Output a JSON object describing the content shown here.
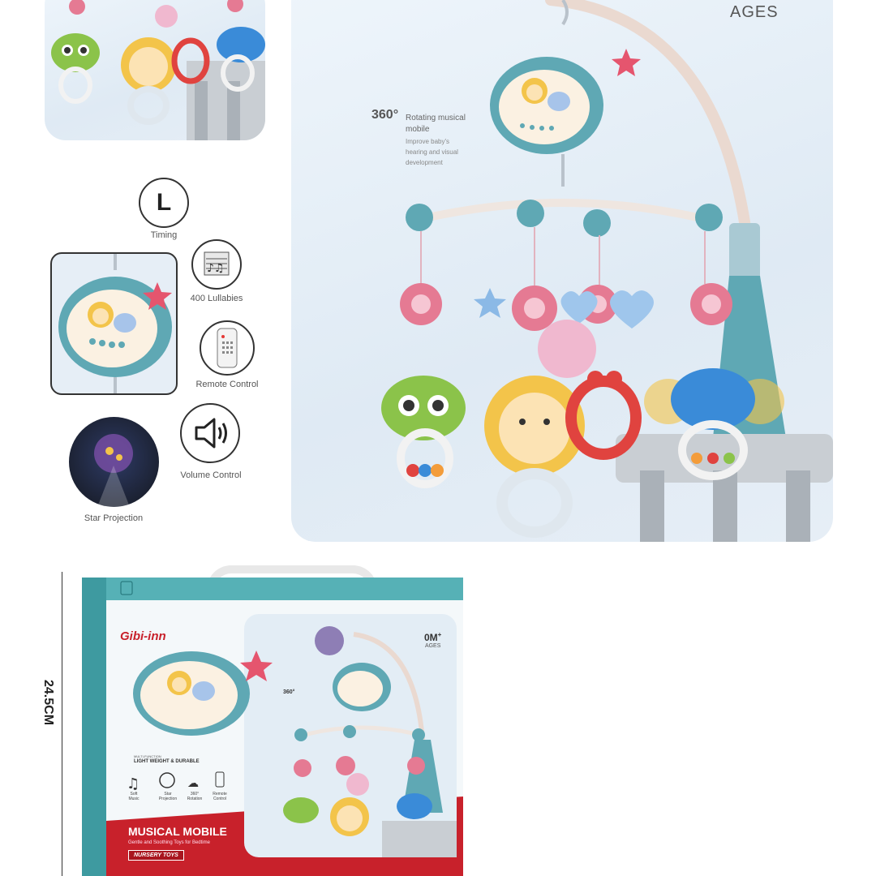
{
  "product_panel": {
    "ages_label": "AGES",
    "feature_title": "360°",
    "feature_line1": "Rotating musical",
    "feature_line2": "mobile",
    "feature_desc": [
      "Improve baby's",
      "hearing and visual",
      "development"
    ]
  },
  "features": {
    "timing": {
      "icon_text": "L",
      "label": "Timing"
    },
    "lullabies": {
      "label": "400 Lullabies"
    },
    "remote": {
      "label": "Remote Control"
    },
    "volume": {
      "label": "Volume Control"
    },
    "projection": {
      "label": "Star Projection"
    }
  },
  "box": {
    "brand": "Gibi-inn",
    "ages_value": "0M",
    "ages_plus": "+",
    "ages_label": "AGES",
    "feature_title": "360°",
    "multi_function": "MULTI-FUNCTION",
    "light_weight": "LIGHT WEIGHT & DURABLE",
    "title": "MUSICAL MOBILE",
    "subtitle": "Gentle and Soothing Toys for Bedtime",
    "badge": "NURSERY TOYS",
    "icons": [
      {
        "line1": "Soft",
        "line2": "Music"
      },
      {
        "line1": "Star",
        "line2": "Projection"
      },
      {
        "line1": "360°",
        "line2": "Rotation"
      },
      {
        "line1": "Remote",
        "line2": "Control"
      }
    ]
  },
  "dimension": {
    "height_label": "24.5CM"
  },
  "colors": {
    "teal": "#5fa8b4",
    "box_teal": "#56b1b6",
    "red": "#c8212b",
    "pink": "#e57a93",
    "yellow": "#f3c44a",
    "green": "#8bc34a",
    "blue": "#3a8bd8"
  }
}
